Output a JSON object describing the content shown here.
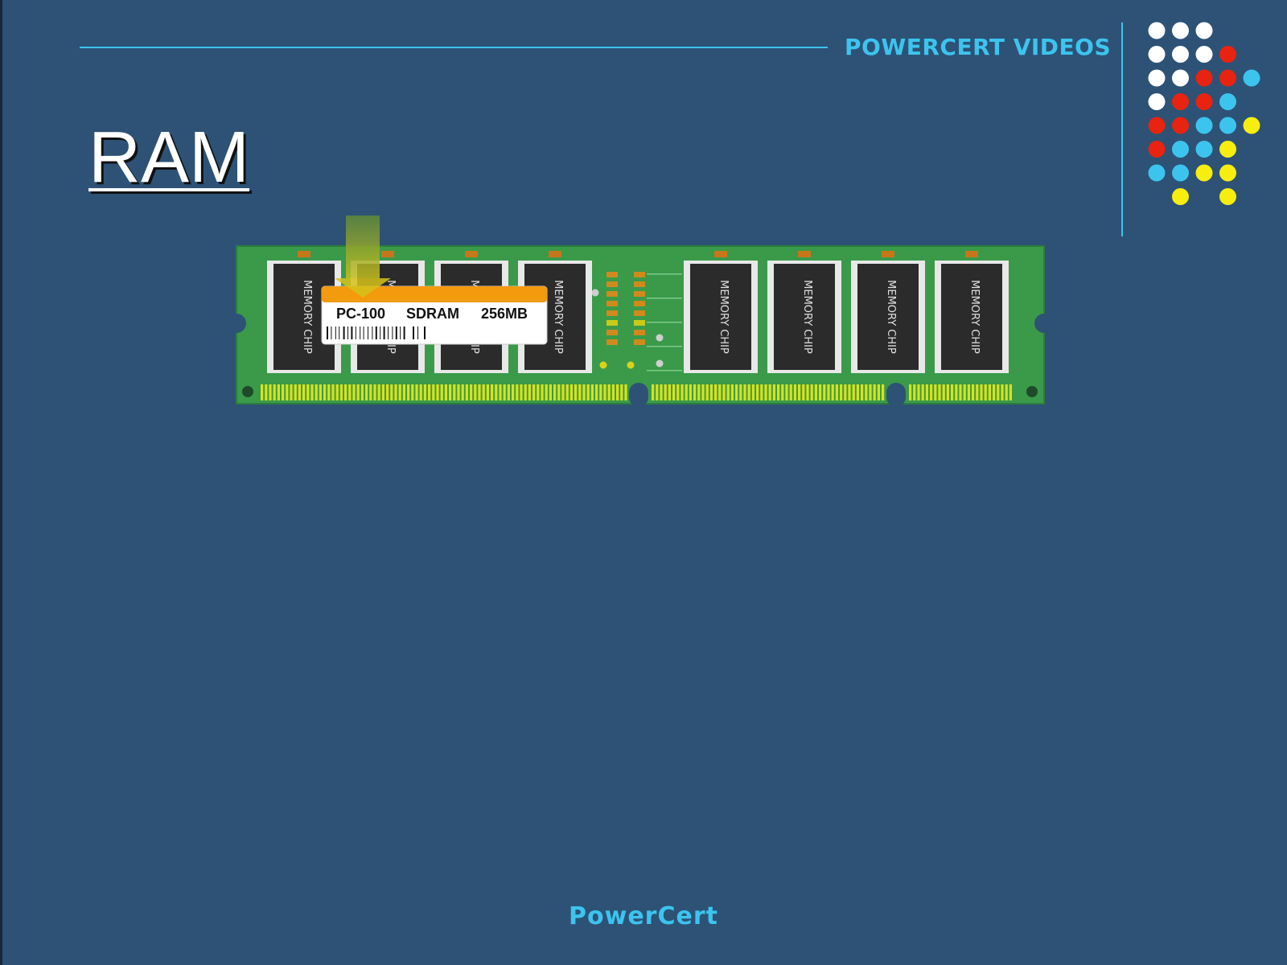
{
  "header": {
    "brand": "POWERCERT VIDEOS"
  },
  "slide": {
    "title": "RAM"
  },
  "module": {
    "chip_label": "MEMORY CHIP",
    "chip_count": 8,
    "sticker": {
      "type": "PC-100",
      "tech": "SDRAM",
      "capacity": "256MB"
    }
  },
  "footer": {
    "logo": "PowerCert"
  },
  "colors": {
    "background": "#2d5276",
    "accent": "#3cc4ee",
    "pcb": "#3a9a4a",
    "chip": "#2b2b2b",
    "sticker_band": "#f39a0f",
    "dot_white": "#ffffff",
    "dot_red": "#e8230f",
    "dot_cyan": "#3cc4ee",
    "dot_yellow": "#f7ee10"
  },
  "decor": {
    "dot_grid": [
      "www",
      "wwwr",
      "wwrrc",
      "wrrc",
      "rrccy",
      "rccy",
      "ccyy",
      ".y.y"
    ]
  }
}
